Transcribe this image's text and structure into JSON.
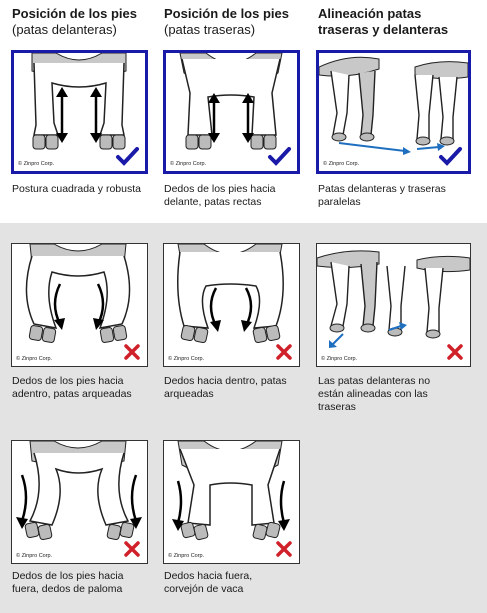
{
  "headers": [
    {
      "title": "Posición de los pies",
      "subtitle": "(patas delanteras)"
    },
    {
      "title": "Posición de los pies",
      "subtitle": "(patas traseras)"
    },
    {
      "title": "Alineación patas",
      "subtitle": "traseras y delanteras"
    }
  ],
  "copyright": "© Zinpro Corp.",
  "panels": [
    {
      "caption": "Postura cuadrada y robusta",
      "mark": "check"
    },
    {
      "caption": "Dedos de los pies hacia delante, patas rectas",
      "mark": "check"
    },
    {
      "caption": "Patas delanteras y traseras paralelas",
      "mark": "check"
    },
    {
      "caption": "Dedos de los pies hacia adentro, patas arqueadas",
      "mark": "cross"
    },
    {
      "caption": "Dedos hacia dentro, patas arqueadas",
      "mark": "cross"
    },
    {
      "caption": "Las patas delanteras no están alineadas con las traseras",
      "mark": "cross"
    },
    {
      "caption": "Dedos de los pies hacia fuera, dedos de paloma",
      "mark": "cross"
    },
    {
      "caption": "Dedos hacia fuera, corvejón de vaca",
      "mark": "cross"
    }
  ],
  "colors": {
    "good_border": "#1a1aa8",
    "check": "#1a1aa8",
    "cross": "#d0202a",
    "arrow_blue": "#1e6fc0",
    "band": "#e3e3e3"
  }
}
